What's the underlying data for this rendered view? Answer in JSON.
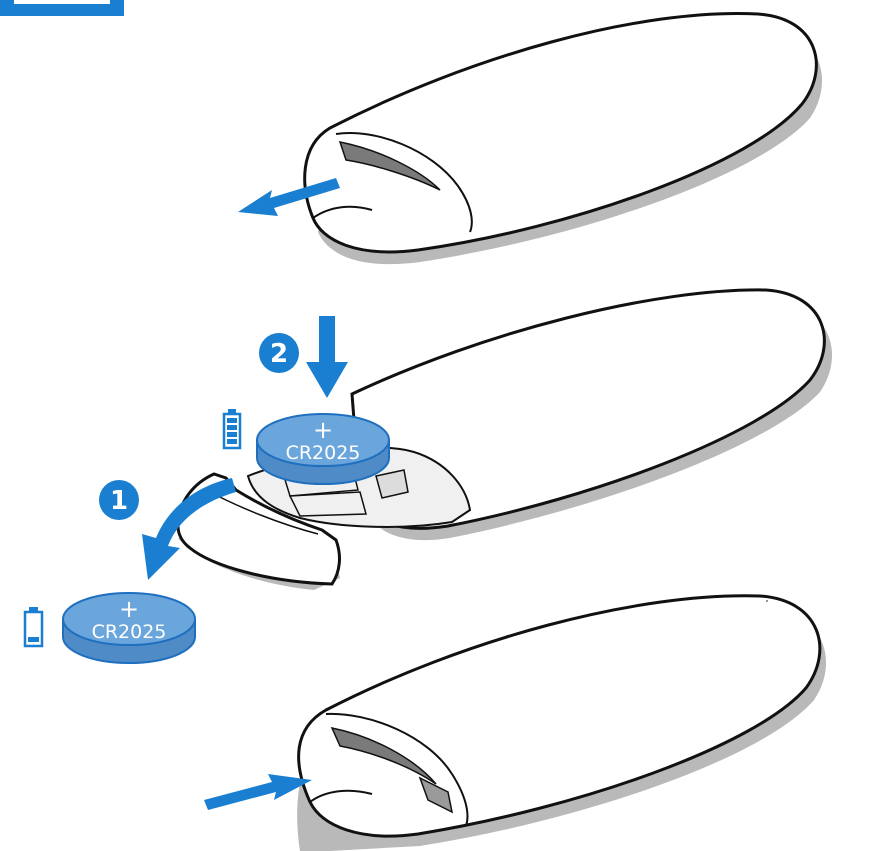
{
  "colors": {
    "accent": "#1a7fd1",
    "coin_fill": "#6aa5db",
    "coin_side": "#4f8bc6",
    "coin_stroke": "#1f6fbf",
    "outline": "#111111",
    "shadow": "#b9b9b9"
  },
  "steps": {
    "one": "1",
    "two": "2"
  },
  "new_battery": {
    "label": "CR2025",
    "polarity": "+",
    "status_icon": "battery-full-icon"
  },
  "old_battery": {
    "label": "CR2025",
    "polarity": "+",
    "status_icon": "battery-empty-icon"
  },
  "panels": [
    {
      "name": "remove-cover",
      "arrow": "pull-left-arrow"
    },
    {
      "name": "replace-battery",
      "arrows": [
        "flip-out-arrow",
        "insert-down-arrow"
      ]
    },
    {
      "name": "close-cover",
      "arrow": "push-right-arrow"
    }
  ]
}
